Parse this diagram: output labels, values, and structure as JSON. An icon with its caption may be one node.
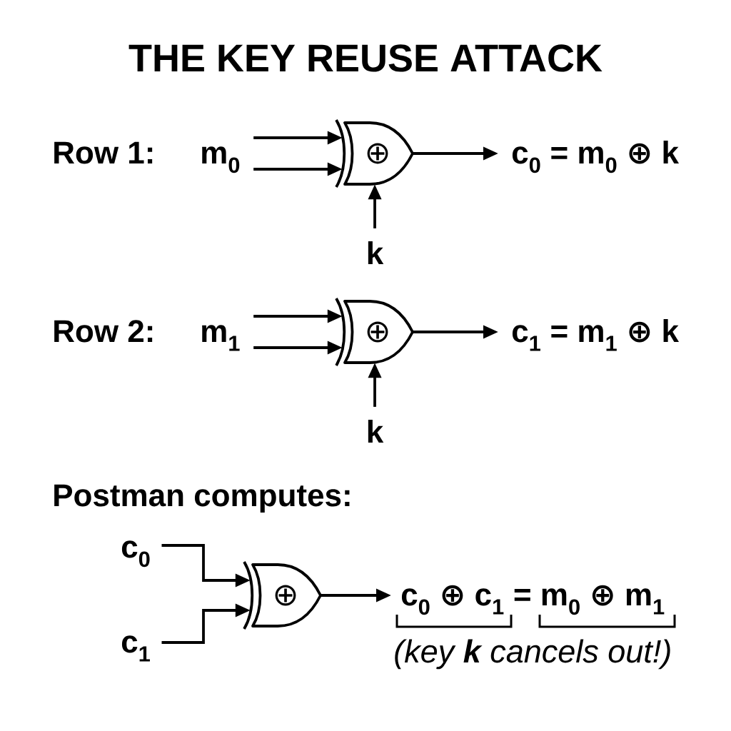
{
  "diagram": {
    "title": "THE KEY REUSE ATTACK",
    "nodes": [
      {
        "text": [
          "m$_{0}$"
        ]
      },
      {
        "text": [
          "⊕"
        ]
      },
      {
        "text": [
          "c$_{0}$ = m$_{0}$ ⊕ k"
        ]
      },
      {
        "text": [
          "k"
        ]
      },
      {
        "text": [
          "m$_{1}$"
        ]
      },
      {
        "text": [
          "⊕"
        ]
      },
      {
        "text": [
          "c$_{1}$ = m$_{1}$ ⊕ k"
        ]
      },
      {
        "text": [
          "k"
        ]
      },
      {
        "text": [
          "c$_{0}$"
        ]
      },
      {
        "text": [
          "c$_{1}$"
        ]
      },
      {
        "text": [
          "⊕"
        ]
      },
      {
        "text": [
          "c$_{0}$ ⊕ c$_{1}$ = m$_{0}$ ⊕ m$_{1}$"
        ],
        "beside": [
          "(key **k** cancels out!)"
        ]
      }
    ],
    "edges": [
      {
        "from": 0,
        "to": 1,
        "arrow": "to"
      },
      {
        "from": 0,
        "to": 1,
        "arrow": "to"
      },
      {
        "from": 1,
        "to": 2,
        "arrow": "to"
      },
      {
        "from": 3,
        "to": 1,
        "arrow": "to"
      },
      {
        "from": 4,
        "to": 5,
        "arrow": "to"
      },
      {
        "from": 4,
        "to": 5,
        "arrow": "to"
      },
      {
        "from": 5,
        "to": 6,
        "arrow": "to"
      },
      {
        "from": 7,
        "to": 5,
        "arrow": "to"
      },
      {
        "from": 8,
        "to": 10,
        "arrow": "to"
      },
      {
        "from": 9,
        "to": 10,
        "arrow": "to"
      },
      {
        "from": 10,
        "to": 11,
        "arrow": "to"
      }
    ],
    "labels": [
      "Row 1:",
      "Row 2:",
      "Postman computes:"
    ]
  }
}
